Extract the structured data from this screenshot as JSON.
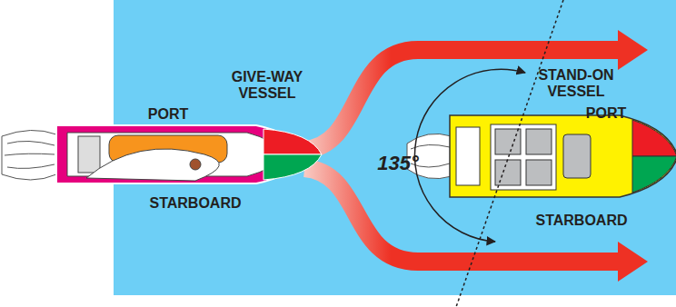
{
  "diagram": {
    "labels": [
      "PORT",
      "GIVE-WAY VESSEL",
      "STAND-ON VESSEL",
      "PORT",
      "135°",
      "STARBOARD",
      "STARBOARD"
    ]
  }
}
